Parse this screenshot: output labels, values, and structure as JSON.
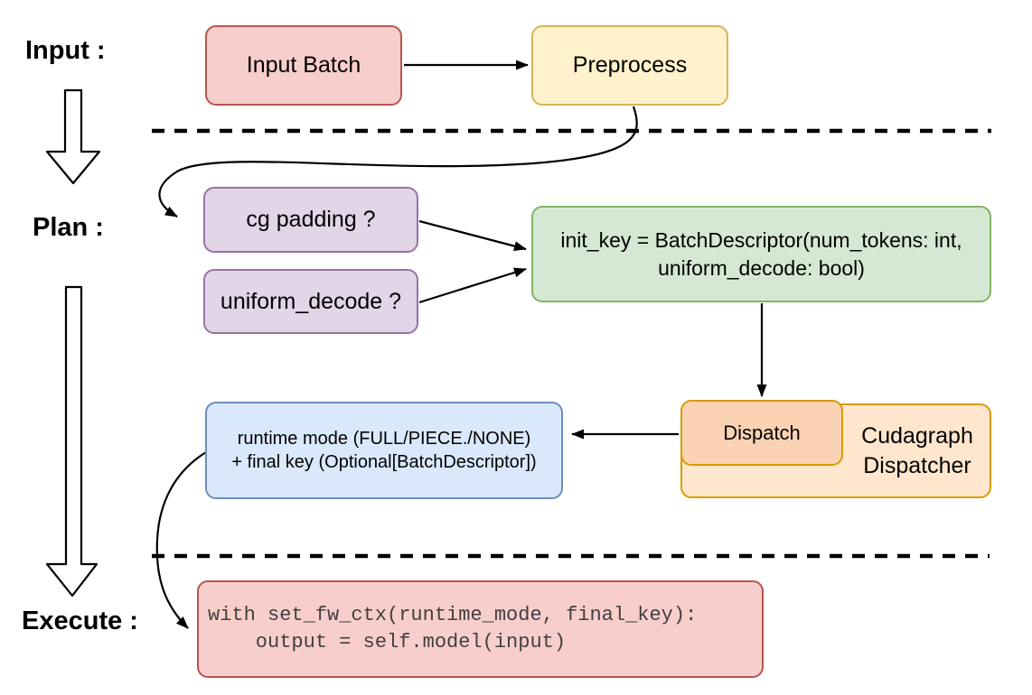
{
  "stage_labels": {
    "input": "Input :",
    "plan": "Plan :",
    "execute": "Execute :"
  },
  "nodes": {
    "input_batch": {
      "label": "Input Batch"
    },
    "preprocess": {
      "label": "Preprocess"
    },
    "cg_padding": {
      "label": "cg padding ?"
    },
    "uniform_decode": {
      "label": "uniform_decode ?"
    },
    "init_key": {
      "line1": "init_key = BatchDescriptor(num_tokens: int,",
      "line2": "uniform_decode: bool)"
    },
    "runtime_mode": {
      "line1": "runtime mode (FULL/PIECE./NONE)",
      "line2": "+ final key (Optional[BatchDescriptor])"
    },
    "dispatch": {
      "label": "Dispatch"
    },
    "cudagraph_dispatcher": {
      "line1": "Cudagraph",
      "line2": "Dispatcher"
    },
    "execute_code": {
      "line1": "with set_fw_ctx(runtime_mode, final_key):",
      "line2": "    output = self.model(input)"
    }
  },
  "palette": {
    "pink_fill": "#f8cecc",
    "pink_stroke": "#b85450",
    "yellow_fill": "#fff2cc",
    "yellow_stroke": "#d6b656",
    "purple_fill": "#e1d5e7",
    "purple_stroke": "#9673a6",
    "green_fill": "#d5e8d4",
    "green_stroke": "#82b366",
    "blue_fill": "#dae8fc",
    "blue_stroke": "#6c8ebf",
    "orange_outer_fill": "#ffe6cc",
    "orange_inner_fill": "#f9d3b3",
    "orange_stroke": "#d79b00",
    "connector": "#000000",
    "code_text": "#404040"
  }
}
